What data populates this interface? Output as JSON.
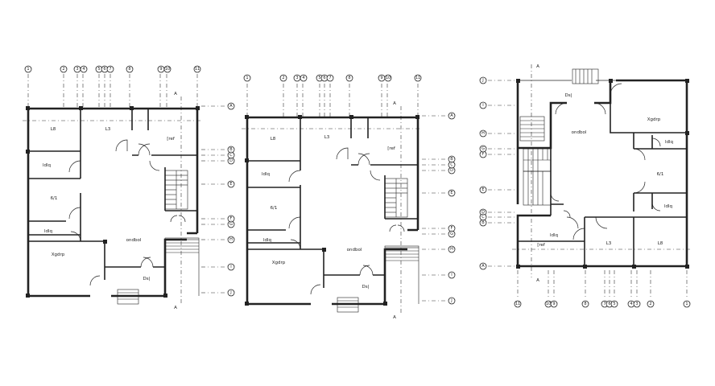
{
  "plans": [
    {
      "name": "plan-1",
      "top_grid": [
        "1",
        "2",
        "3",
        "4",
        "5",
        "6",
        "7",
        "8",
        "9",
        "10",
        "11"
      ],
      "right_grid": [
        "A",
        "B",
        "C",
        "D",
        "E",
        "F",
        "G",
        "H",
        "I",
        "J"
      ],
      "rooms": {
        "r1": "L8",
        "r2": "L3",
        "r3": "[ref",
        "r4": "ldlq",
        "r5": "6/1",
        "r6": "ldlq",
        "r7": "Xgdrp",
        "r8": "ondbol",
        "r9": "Ds|"
      },
      "section_marks": [
        "A",
        "A"
      ]
    },
    {
      "name": "plan-2",
      "top_grid": [
        "1",
        "2",
        "3",
        "4",
        "5",
        "6",
        "7",
        "8",
        "9",
        "10",
        "11"
      ],
      "right_grid": [
        "A",
        "B",
        "C",
        "D",
        "E",
        "F",
        "G",
        "H",
        "I",
        "J"
      ],
      "rooms": {
        "r1": "L8",
        "r2": "L3",
        "r3": "[ref",
        "r4": "ldlq",
        "r5": "6/1",
        "r6": "ldlq",
        "r7": "Xgdrp",
        "r8": "ondbol",
        "r9": "Ds|"
      },
      "section_marks": [
        "A",
        "A"
      ]
    },
    {
      "name": "plan-3",
      "bottom_grid": [
        "11",
        "10",
        "9",
        "8",
        "7",
        "6",
        "5",
        "4",
        "3",
        "2",
        "1"
      ],
      "left_grid": [
        "J",
        "I",
        "H",
        "G",
        "F",
        "E",
        "D",
        "C",
        "B",
        "A"
      ],
      "rooms": {
        "r1": "Ds|",
        "r2": "ondbol",
        "r3": "Xgdrp",
        "r4": "ldlq",
        "r5": "6/1",
        "r6": "ldlq",
        "r7": "ldlq",
        "r8": "L3",
        "r9": "L8",
        "r10": "[ref"
      },
      "section_marks": [
        "A",
        "A"
      ]
    }
  ]
}
